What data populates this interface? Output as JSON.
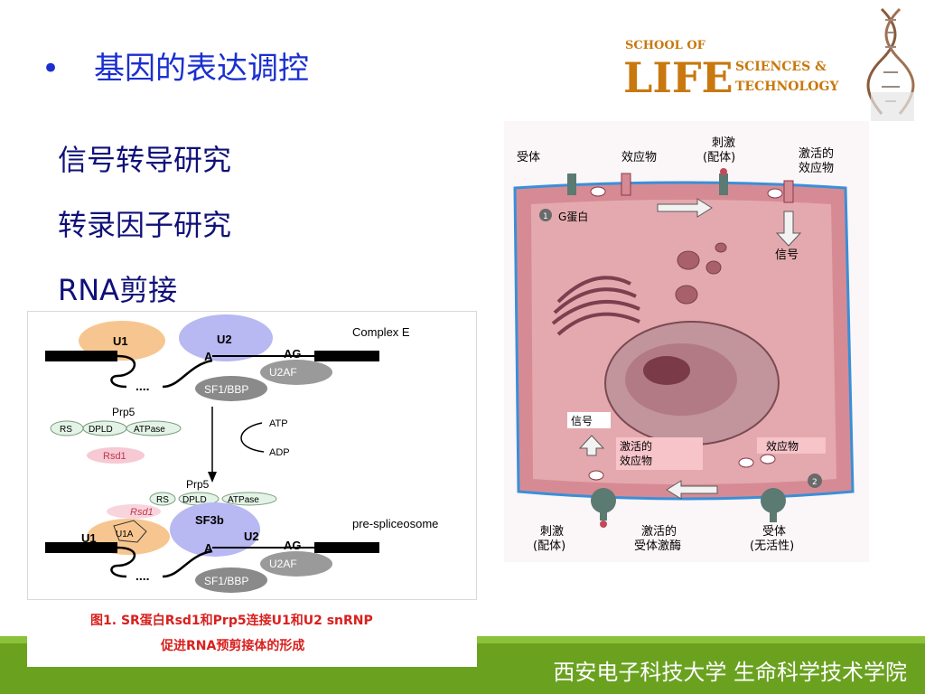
{
  "title": {
    "bullet": "•",
    "text": "基因的表达调控"
  },
  "items": [
    "信号转导研究",
    "转录因子研究",
    "RNA剪接"
  ],
  "logo": {
    "line1": "SCHOOL OF",
    "big": "LIFE",
    "line2": "SCIENCES &",
    "line3": "TECHNOLOGY"
  },
  "splice": {
    "complex_e": "Complex E",
    "u1": "U1",
    "u2": "U2",
    "a": "A",
    "ag": "AG",
    "u2af": "U2AF",
    "sf1": "SF1/BBP",
    "prp5": "Prp5",
    "rs": "RS",
    "dpld": "DPLD",
    "atpase": "ATPase",
    "rsd1": "Rsd1",
    "atp": "ATP",
    "adp": "ADP",
    "sf3b": "SF3b",
    "u1a": "U1A",
    "pre": "pre-spliceosome",
    "caption_fig": "图1.",
    "caption_1": "SR蛋白Rsd1和Prp5连接U1和U2 snRNP",
    "caption_2": "促进RNA预剪接体的形成"
  },
  "cell": {
    "receptor": "受体",
    "effector": "效应物",
    "stim_top": "刺激",
    "ligand_top": "(配体)",
    "activated_top_1": "激活的",
    "activated_top_2": "效应物",
    "gprotein": "G蛋白",
    "signal_top": "信号",
    "n1": "1",
    "n2": "2",
    "signal_bottom": "信号",
    "act_eff_1": "激活的",
    "act_eff_2": "效应物",
    "effector_bottom": "效应物",
    "stim_bottom": "刺激",
    "ligand_bottom": "(配体)",
    "kinase_1": "激活的",
    "kinase_2": "受体激酶",
    "receptor_bottom": "受体",
    "inactive": "(无活性)"
  },
  "footer": "西安电子科技大学  生命科学技术学院",
  "colors": {
    "title": "#1a2fd0",
    "footer": "#6aa220",
    "logo_orange": "#c8780e",
    "caption_red": "#d8201e"
  }
}
